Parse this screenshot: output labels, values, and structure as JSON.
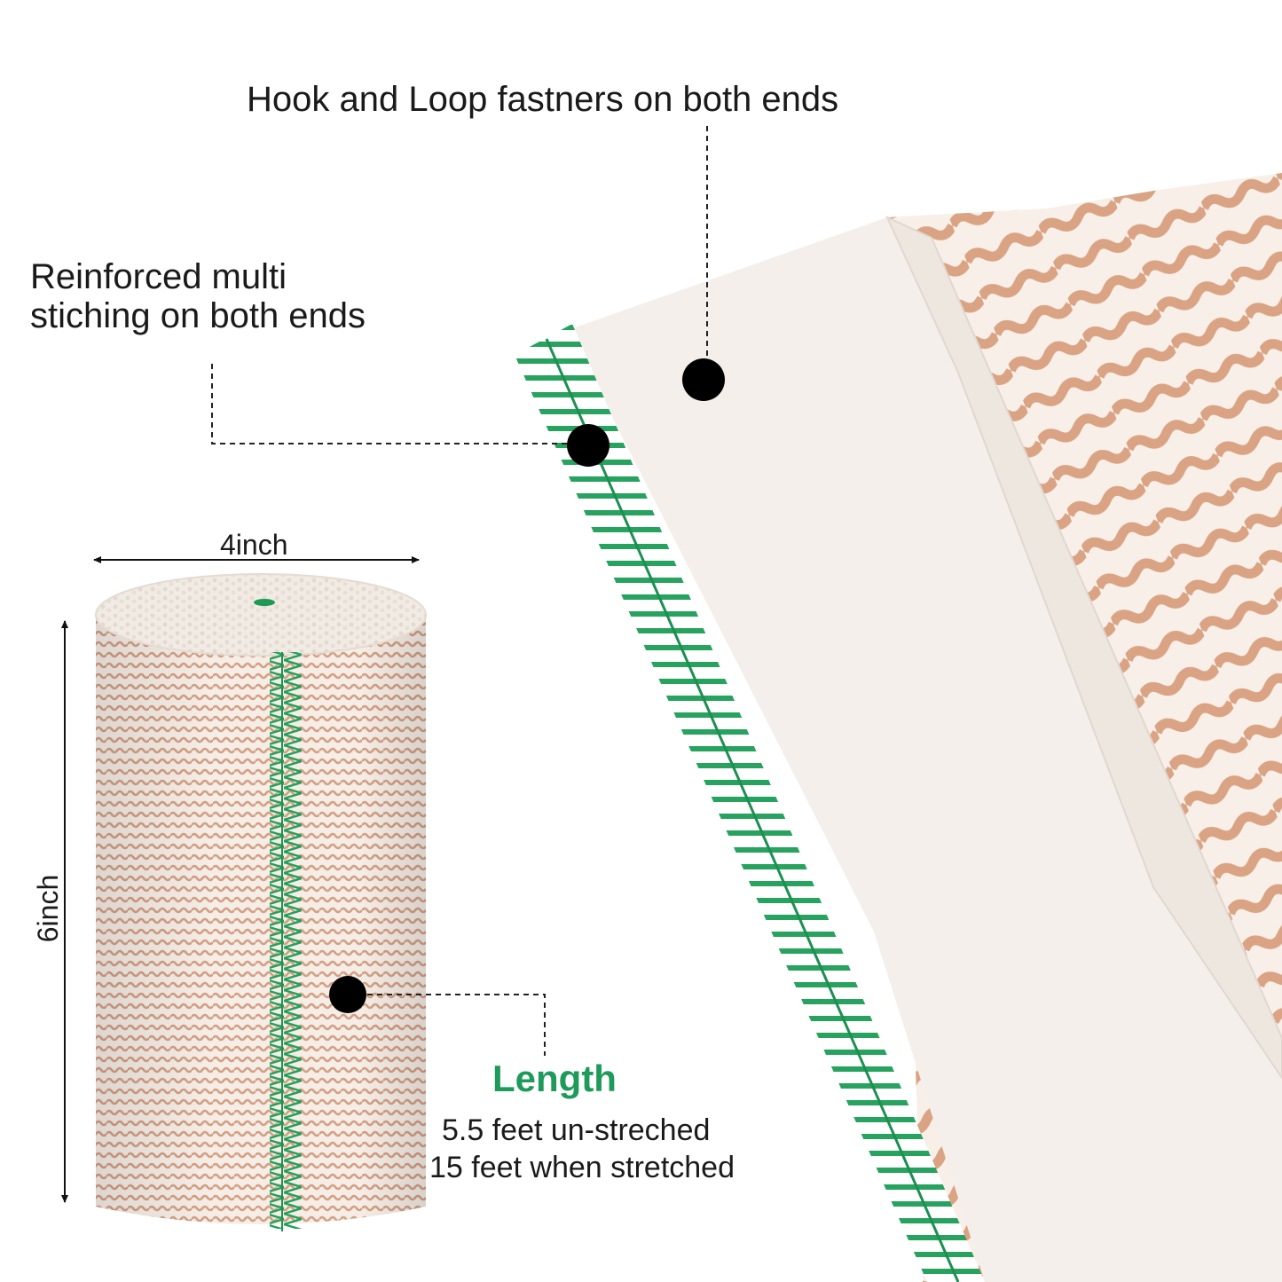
{
  "callouts": {
    "hook_loop": "Hook and Loop fastners on both ends",
    "stitching_line1": "Reinforced multi",
    "stitching_line2": "stiching on both ends"
  },
  "dimensions": {
    "width": "4inch",
    "height": "6inch"
  },
  "length": {
    "title": "Length",
    "unstretched": "5.5 feet un-streched",
    "stretched": "15 feet when stretched"
  },
  "colors": {
    "accent_green": "#1e9a5a",
    "bandage_tan": "#d9a78a",
    "bandage_white": "#f7f1ec",
    "stitch_green": "#25a05a"
  }
}
